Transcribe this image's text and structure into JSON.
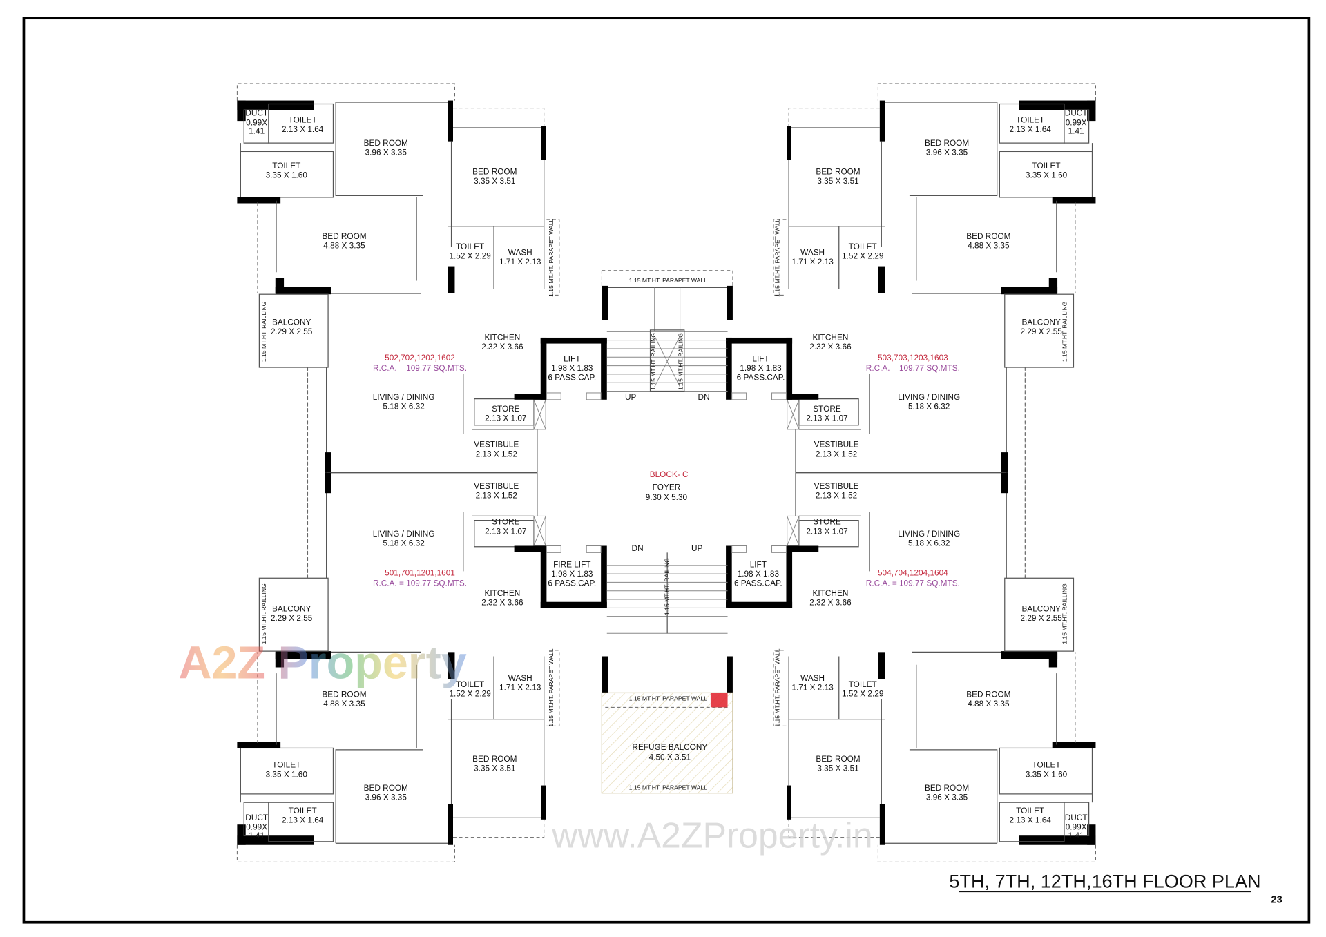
{
  "title": "5TH, 7TH, 12TH,16TH FLOOR PLAN",
  "page_number": "23",
  "watermark": {
    "logo": "A2Z Property",
    "url": "www.A2ZProperty.in"
  },
  "colors": {
    "unit_numbers": "#c4283c",
    "rca": "#9b4f9e",
    "block_label": "#c4283c",
    "refuge_hatch": "#e6dcb8"
  },
  "core": {
    "block": "BLOCK- C",
    "foyer": {
      "name": "FOYER",
      "size": "9.30 X 5.30"
    },
    "lift_top_left": {
      "name": "LIFT",
      "size": "1.98 X 1.83",
      "cap": "6 PASS.CAP."
    },
    "lift_top_right": {
      "name": "LIFT",
      "size": "1.98 X 1.83",
      "cap": "6 PASS.CAP."
    },
    "lift_bottom_left": {
      "name": "FIRE LIFT",
      "size": "1.98 X 1.83",
      "cap": "6 PASS.CAP."
    },
    "lift_bottom_right": {
      "name": "LIFT",
      "size": "1.98 X 1.83",
      "cap": "6 PASS.CAP."
    },
    "stair_top": {
      "parapet": "1.15 MT.HT. PARAPET WALL",
      "railing": "1.15 MT.HT. RAILING",
      "up": "UP",
      "dn": "DN"
    },
    "stair_bottom": {
      "railing": "1.15 MT.HT. RAILING",
      "up": "UP",
      "dn": "DN"
    },
    "refuge": {
      "name": "REFUGE  BALCONY",
      "size": "4.50 X 3.51",
      "parapet_top": "1.15 MT.HT. PARAPET WALL",
      "parapet_bottom": "1.15 MT.HT. PARAPET WALL"
    }
  },
  "units": [
    {
      "id": "top-left",
      "numbers": "502,702,1202,1602",
      "rca": "R.C.A. = 109.77  SQ.MTS.",
      "parapet": "1.15 MT.HT. PARAPET WALL",
      "railing": "1.15 MT.HT. RAILLING",
      "rooms": [
        {
          "name": "DUCT",
          "size": "0.99X",
          "size2": "1.41"
        },
        {
          "name": "TOILET",
          "size": "2.13 X 1.64"
        },
        {
          "name": "BED ROOM",
          "size": "3.96 X 3.35"
        },
        {
          "name": "TOILET",
          "size": "3.35 X 1.60"
        },
        {
          "name": "BED ROOM",
          "size": "3.35 X 3.51"
        },
        {
          "name": "BED ROOM",
          "size": "4.88 X 3.35"
        },
        {
          "name": "TOILET",
          "size": "1.52 X 2.29"
        },
        {
          "name": "WASH",
          "size": "1.71 X 2.13"
        },
        {
          "name": "BALCONY",
          "size": "2.29 X 2.55"
        },
        {
          "name": "KITCHEN",
          "size": "2.32 X 3.66"
        },
        {
          "name": "LIVING / DINING",
          "size": "5.18 X 6.32"
        },
        {
          "name": "STORE",
          "size": "2.13 X 1.07"
        },
        {
          "name": "VESTIBULE",
          "size": "2.13 X 1.52"
        }
      ]
    },
    {
      "id": "top-right",
      "numbers": "503,703,1203,1603",
      "rca": "R.C.A. = 109.77  SQ.MTS.",
      "parapet": "1.15 MT.HT. PARAPET WALL",
      "railing": "1.15 MT.HT. RAILLING",
      "rooms": [
        {
          "name": "DUCT",
          "size": "0.99X",
          "size2": "1.41"
        },
        {
          "name": "TOILET",
          "size": "2.13 X 1.64"
        },
        {
          "name": "BED ROOM",
          "size": "3.96 X 3.35"
        },
        {
          "name": "TOILET",
          "size": "3.35 X 1.60"
        },
        {
          "name": "BED ROOM",
          "size": "3.35 X 3.51"
        },
        {
          "name": "BED ROOM",
          "size": "4.88 X 3.35"
        },
        {
          "name": "TOILET",
          "size": "1.52 X 2.29"
        },
        {
          "name": "WASH",
          "size": "1.71 X 2.13"
        },
        {
          "name": "BALCONY",
          "size": "2.29 X 2.55"
        },
        {
          "name": "KITCHEN",
          "size": "2.32 X 3.66"
        },
        {
          "name": "LIVING / DINING",
          "size": "5.18 X 6.32"
        },
        {
          "name": "STORE",
          "size": "2.13 X 1.07"
        },
        {
          "name": "VESTIBULE",
          "size": "2.13 X 1.52"
        }
      ]
    },
    {
      "id": "bottom-left",
      "numbers": "501,701,1201,1601",
      "rca": "R.C.A. = 109.77  SQ.MTS.",
      "parapet": "1.15 MT.HT. PARAPET WALL",
      "railing": "1.15 MT.HT. RAILLING",
      "rooms": [
        {
          "name": "DUCT",
          "size": "0.99X",
          "size2": "1.41"
        },
        {
          "name": "TOILET",
          "size": "2.13 X 1.64"
        },
        {
          "name": "BED ROOM",
          "size": "3.96 X 3.35"
        },
        {
          "name": "TOILET",
          "size": "3.35 X 1.60"
        },
        {
          "name": "BED ROOM",
          "size": "3.35 X 3.51"
        },
        {
          "name": "BED ROOM",
          "size": "4.88 X 3.35"
        },
        {
          "name": "TOILET",
          "size": "1.52 X 2.29"
        },
        {
          "name": "WASH",
          "size": "1.71 X 2.13"
        },
        {
          "name": "BALCONY",
          "size": "2.29 X 2.55"
        },
        {
          "name": "KITCHEN",
          "size": "2.32 X 3.66"
        },
        {
          "name": "LIVING / DINING",
          "size": "5.18 X 6.32"
        },
        {
          "name": "STORE",
          "size": "2.13 X 1.07"
        },
        {
          "name": "VESTIBULE",
          "size": "2.13 X 1.52"
        }
      ]
    },
    {
      "id": "bottom-right",
      "numbers": "504,704,1204,1604",
      "rca": "R.C.A. = 109.77  SQ.MTS.",
      "parapet": "1.15 MT.HT. PARAPET WALL",
      "railing": "1.15 MT.HT. RAILLING",
      "rooms": [
        {
          "name": "DUCT",
          "size": "0.99X",
          "size2": "1.41"
        },
        {
          "name": "TOILET",
          "size": "2.13 X 1.64"
        },
        {
          "name": "BED ROOM",
          "size": "3.96 X 3.35"
        },
        {
          "name": "TOILET",
          "size": "3.35 X 1.60"
        },
        {
          "name": "BED ROOM",
          "size": "3.35 X 3.51"
        },
        {
          "name": "BED ROOM",
          "size": "4.88 X 3.35"
        },
        {
          "name": "TOILET",
          "size": "1.52 X 2.29"
        },
        {
          "name": "WASH",
          "size": "1.71 X 2.13"
        },
        {
          "name": "BALCONY",
          "size": "2.29 X 2.55"
        },
        {
          "name": "KITCHEN",
          "size": "2.32 X 3.66"
        },
        {
          "name": "LIVING / DINING",
          "size": "5.18 X 6.32"
        },
        {
          "name": "STORE",
          "size": "2.13 X 1.07"
        },
        {
          "name": "VESTIBULE",
          "size": "2.13 X 1.52"
        }
      ]
    }
  ]
}
